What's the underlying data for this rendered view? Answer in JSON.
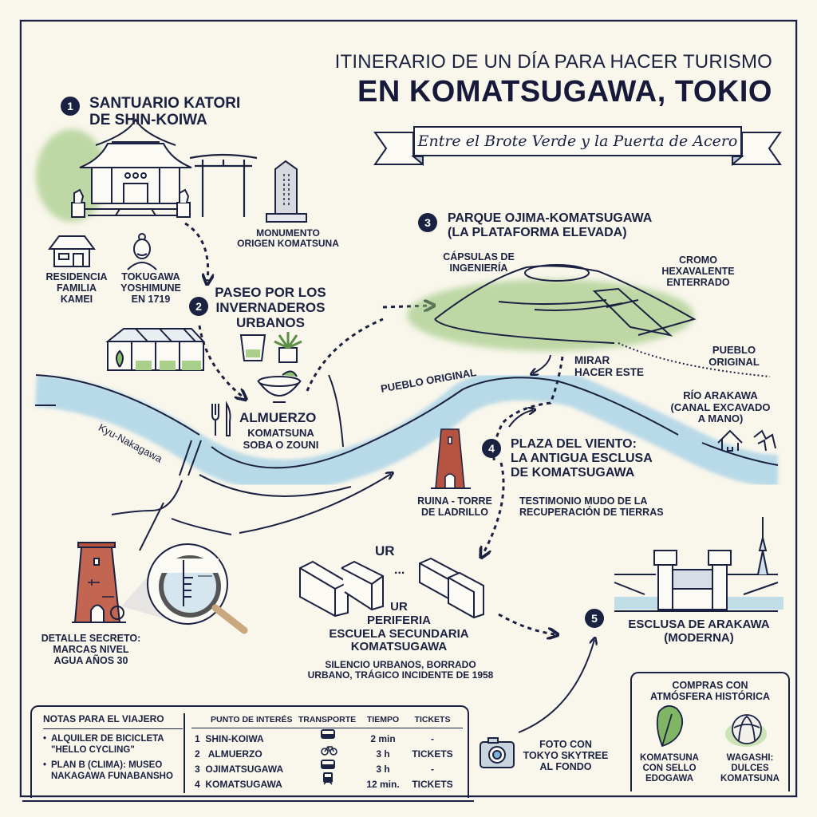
{
  "header": {
    "title_line1": "ITINERARIO DE UN DÍA PARA HACER TURISMO",
    "title_line2": "EN KOMATSUGAWA, TOKIO",
    "subtitle_ribbon": "Entre el Brote Verde y la Puerta de Acero"
  },
  "colors": {
    "background": "#f9f6ec",
    "ink": "#1b2140",
    "green_wash": "#8dc06a",
    "river_blue": "#a9d3e6",
    "brick": "#b4533f"
  },
  "stops": [
    {
      "number": "1",
      "title": "SANTUARIO KATORI\nDE SHIN-KOIWA",
      "annotations": [
        {
          "label": "MONUMENTO\nORIGEN KOMATSUNA",
          "icon": "stone-monument-icon"
        },
        {
          "label": "RESIDENCIA\nFAMILIA\nKAMEI",
          "icon": "house-icon"
        },
        {
          "label": "TOKUGAWA\nYOSHIMUNE\nEN 1719",
          "icon": "samurai-portrait-icon"
        }
      ]
    },
    {
      "number": "2",
      "title": "PASEO POR LOS\nINVERNADEROS\nURBANOS",
      "lunch": {
        "title": "ALMUERZO",
        "detail": "KOMATSUNA\nSOBA O ZOUNI"
      }
    },
    {
      "number": "3",
      "title": "PARQUE OJIMA-KOMATSUGAWA\n(LA PLATAFORMA ELEVADA)",
      "annotations": [
        {
          "label": "CÁPSULAS DE\nINGENIERÍA"
        },
        {
          "label": "CROMO\nHEXAVALENTE\nENTERRADO"
        },
        {
          "label": "PUEBLO\nORIGINAL"
        },
        {
          "label": "MIRAR\nHACER ESTE"
        }
      ]
    },
    {
      "number": "4",
      "title": "PLAZA DEL VIENTO:\nLA ANTIGUA ESCLUSA\nDE KOMATSUGAWA",
      "annotations": [
        {
          "label": "RUINA - TORRE\nDE LADRILLO"
        },
        {
          "label": "TESTIMONIO MUDO DE LA\nRECUPERACIÓN DE TIERRAS"
        }
      ]
    },
    {
      "number": "5",
      "title": "ESCLUSA DE ARAKAWA\n(MODERNA)"
    }
  ],
  "map_labels": {
    "river_west": "Kyu-Nakagawa",
    "river_pueblo": "PUEBLO ORIGINAL",
    "river_east": "RÍO ARAKAWA\n(CANAL EXCAVADO\nA MANO)"
  },
  "secret_detail": "DETALLE SECRETO:\nMARCAS NIVEL\nAGUA AÑOS 30",
  "ur_block": {
    "top_label": "UR",
    "ellipsis": "...",
    "lines": "UR\nPERIFERIA\nESCUELA SECUNDARIA\nKOMATSUGAWA",
    "note": "SILENCIO URBANOS, BORRADO\nURBANO, TRÁGICO INCIDENTE DE 1958"
  },
  "photo_tip": "FOTO CON\nTOKYO SKYTREE\nAL FONDO",
  "notes": {
    "heading": "NOTAS PARA EL VIAJERO",
    "items": [
      "ALQUILER DE BICICLETA\n\"HELLO CYCLING\"",
      "PLAN B (CLIMA): MUSEO\nNAKAGAWA FUNABANSHO"
    ]
  },
  "schedule_table": {
    "headers": [
      "PUNTO DE INTERÉS",
      "TRANSPORTE",
      "TIEMPO",
      "TICKETS"
    ],
    "rows": [
      {
        "num": "1",
        "place": "SHIN-KOIWA",
        "transport": "bus-icon",
        "time": "2 min",
        "tickets": "-"
      },
      {
        "num": "2",
        "place": "ALMUERZO",
        "transport": "bicycle-icon",
        "time": "3 h",
        "tickets": "TICKETS"
      },
      {
        "num": "3",
        "place": "OJIMATSUGAWA",
        "transport": "bus-icon",
        "time": "3 h",
        "tickets": "-"
      },
      {
        "num": "4",
        "place": "KOMATSUGAWA",
        "transport": "train-icon",
        "time": "12 min.",
        "tickets": "TICKETS"
      }
    ]
  },
  "shopping": {
    "heading": "COMPRAS CON\nATMÓSFERA HISTÓRICA",
    "items": [
      {
        "label": "KOMATSUNA\nCON SELLO\nEDOGAWA",
        "icon": "komatsuna-leaf-icon"
      },
      {
        "label": "WAGASHI:\nDULCES\nKOMATSUNA",
        "icon": "wagashi-sweet-icon"
      }
    ]
  }
}
